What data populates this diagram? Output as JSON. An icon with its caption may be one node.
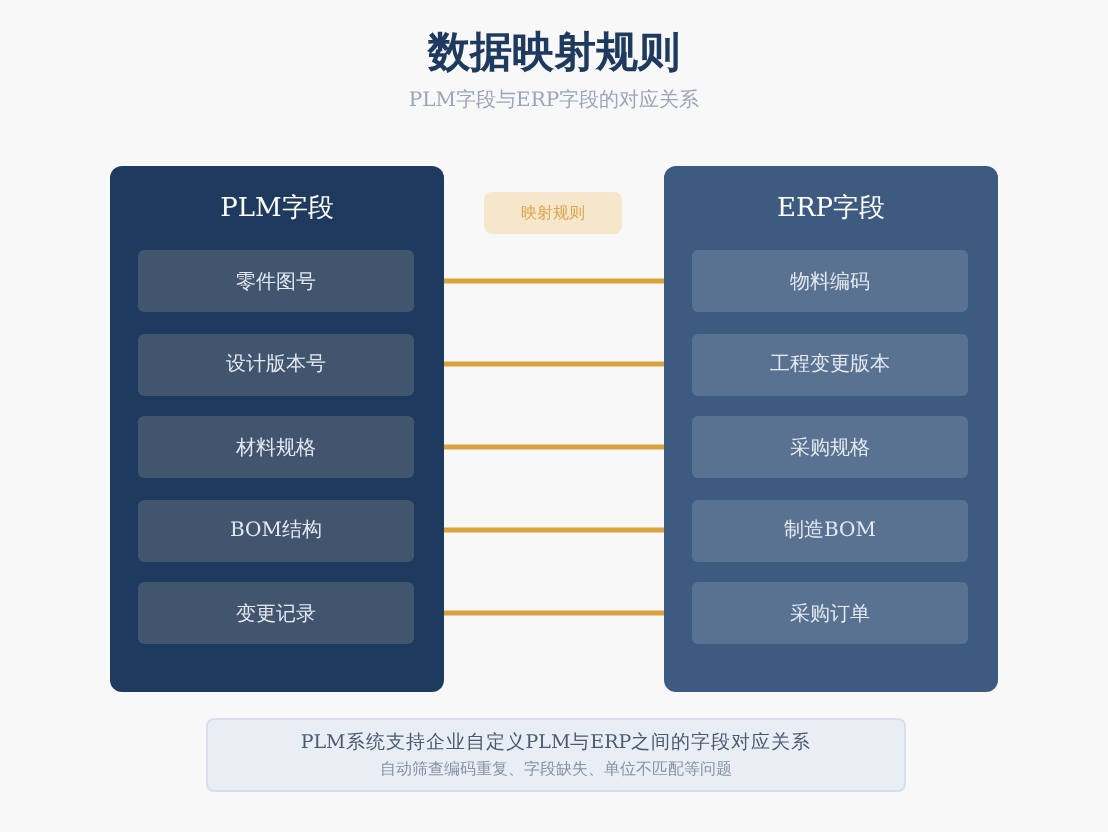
{
  "diagram": {
    "title": "数据映射规则",
    "caption": "PLM字段与ERP字段的对应关系",
    "nodes": [
      {
        "text": [
          "PLM字段"
        ]
      },
      {
        "text": [
          "零件图号"
        ],
        "in": 0
      },
      {
        "text": [
          "设计版本号"
        ],
        "in": 0
      },
      {
        "text": [
          "材料规格"
        ],
        "in": 0
      },
      {
        "text": [
          "BOM结构"
        ],
        "in": 0
      },
      {
        "text": [
          "变更记录"
        ],
        "in": 0
      },
      {
        "text": [
          "ERP字段"
        ]
      },
      {
        "text": [
          "物料编码"
        ],
        "in": 6
      },
      {
        "text": [
          "工程变更版本"
        ],
        "in": 6
      },
      {
        "text": [
          "采购规格"
        ],
        "in": 6
      },
      {
        "text": [
          "制造BOM"
        ],
        "in": 6
      },
      {
        "text": [
          "采购订单"
        ],
        "in": 6
      },
      {
        "text": [
          "映射规则"
        ]
      },
      {
        "text": [
          "PLM系统支持企业自定义PLM与ERP之间的字段对应关系",
          "自动筛查编码重复、字段缺失、单位不匹配等问题"
        ]
      }
    ],
    "edges": [
      {
        "from": 1,
        "to": 7,
        "arrow": "none"
      },
      {
        "from": 2,
        "to": 8,
        "arrow": "none"
      },
      {
        "from": 3,
        "to": 9,
        "arrow": "none"
      },
      {
        "from": 4,
        "to": 10,
        "arrow": "none"
      },
      {
        "from": 5,
        "to": 11,
        "arrow": "none"
      }
    ]
  }
}
